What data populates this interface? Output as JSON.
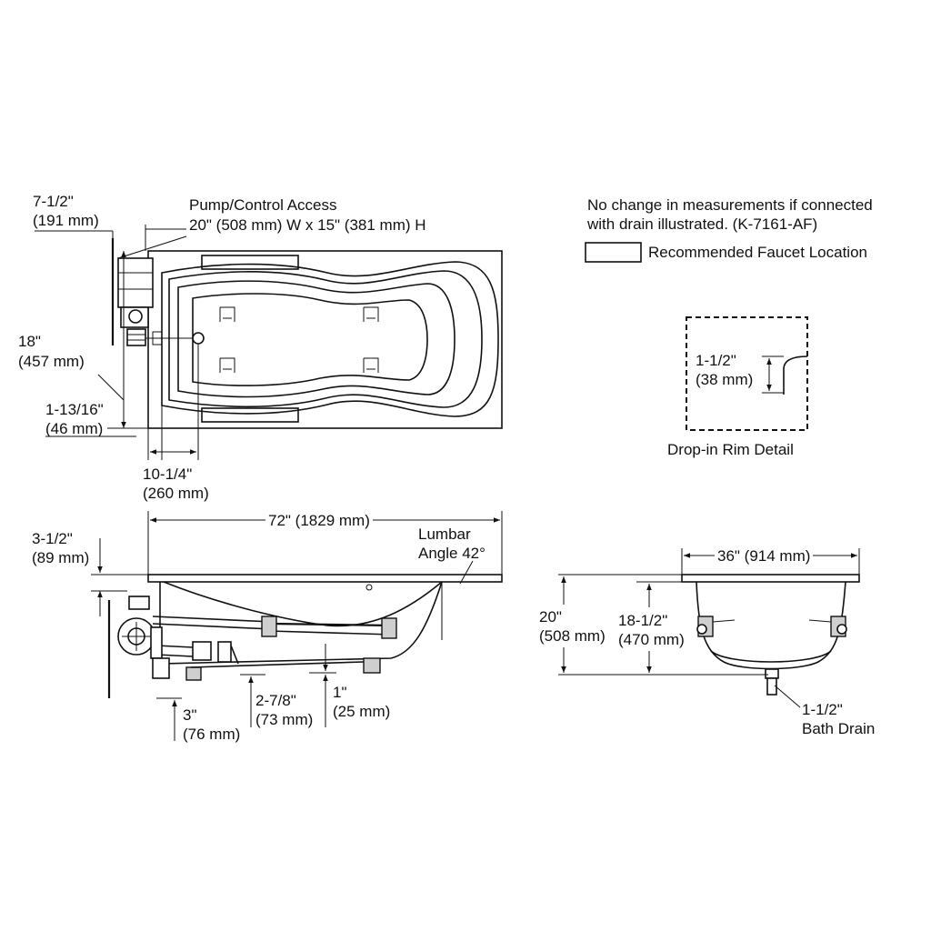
{
  "top_view": {
    "pump_width_in": "7-1/2\"",
    "pump_width_mm": "(191 mm)",
    "pump_access_title": "Pump/Control Access",
    "pump_access_size": "20\" (508 mm) W x 15\" (381 mm) H",
    "height_in": "18\"",
    "height_mm": "(457 mm)",
    "offset_in": "1-13/16\"",
    "offset_mm": "(46 mm)",
    "drain_in": "10-1/4\"",
    "drain_mm": "(260 mm)"
  },
  "notes": {
    "line1": "No change in measurements if connected",
    "line2": "with drain illustrated. (K-7161-AF)",
    "faucet_legend": "Recommended Faucet Location"
  },
  "rim_detail": {
    "dim_in": "1-1/2\"",
    "dim_mm": "(38 mm)",
    "caption": "Drop-in Rim Detail"
  },
  "side_view": {
    "length": "72\" (1829 mm)",
    "lumbar_line1": "Lumbar",
    "lumbar_line2": "Angle 42°",
    "rim_in": "3-1/2\"",
    "rim_mm": "(89 mm)",
    "d3_in": "3\"",
    "d3_mm": "(76 mm)",
    "d278_in": "2-7/8\"",
    "d278_mm": "(73 mm)",
    "d1_in": "1\"",
    "d1_mm": "(25 mm)"
  },
  "end_view": {
    "width": "36\" (914 mm)",
    "height_in": "20\"",
    "height_mm": "(508 mm)",
    "inner_in": "18-1/2\"",
    "inner_mm": "(470 mm)",
    "drain_line1": "1-1/2\"",
    "drain_line2": "Bath Drain"
  }
}
